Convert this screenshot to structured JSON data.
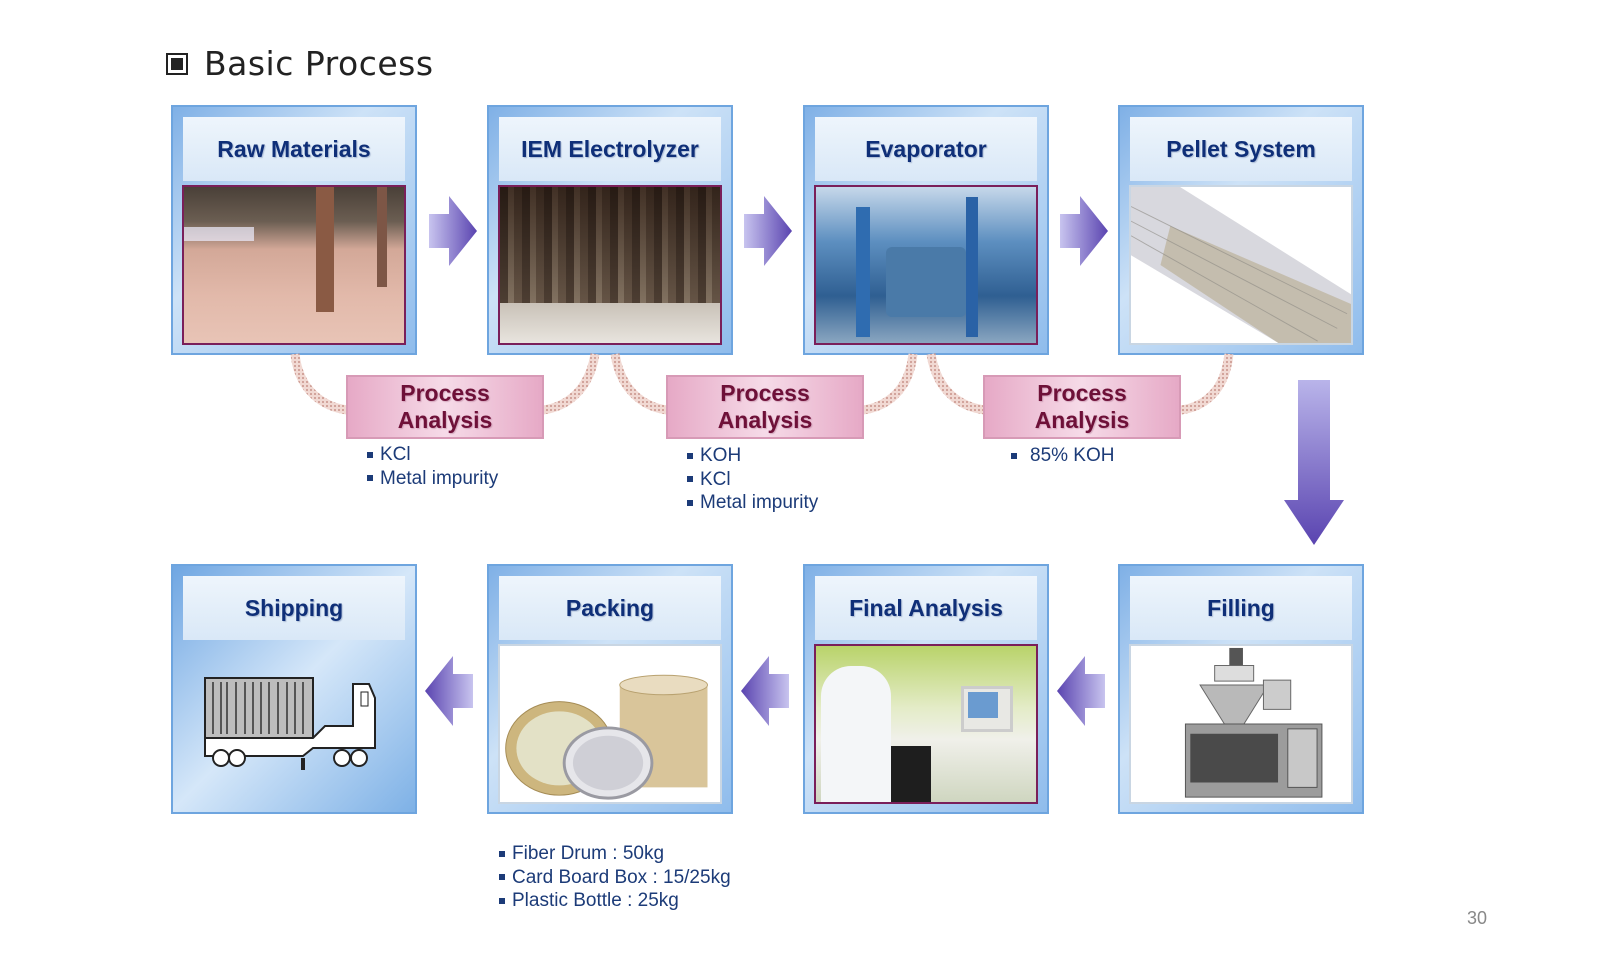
{
  "title": "Basic Process",
  "page_number": "30",
  "colors": {
    "card_border": "#6ea5df",
    "header_text": "#0f2f78",
    "analysis_bg": "#e6a9c6",
    "analysis_text": "#6e1038",
    "arrow": "#7a6cc8",
    "list_text": "#1c3b78"
  },
  "steps": [
    {
      "label": "Raw Materials",
      "image": "salt-pile-warehouse-photo"
    },
    {
      "label": "IEM Electrolyzer",
      "image": "electrolyzer-plant-photo"
    },
    {
      "label": "Evaporator",
      "image": "evaporator-equipment-photo"
    },
    {
      "label": "Pellet System",
      "image": "pellet-conveyor-photo"
    },
    {
      "label": "Filling",
      "image": "filling-machine-photo"
    },
    {
      "label": "Final Analysis",
      "image": "lab-technician-photo"
    },
    {
      "label": "Packing",
      "image": "fiber-drums-photo"
    },
    {
      "label": "Shipping",
      "image": "container-truck-icon"
    }
  ],
  "process_analysis": [
    {
      "title_line1": "Process",
      "title_line2": "Analysis",
      "items": [
        "KCl",
        "Metal impurity"
      ]
    },
    {
      "title_line1": "Process",
      "title_line2": "Analysis",
      "items": [
        "KOH",
        "KCl",
        "Metal impurity"
      ]
    },
    {
      "title_line1": "Process",
      "title_line2": "Analysis",
      "items": [
        "85% KOH"
      ]
    }
  ],
  "packing_items": [
    "Fiber Drum : 50kg",
    "Card Board Box : 15/25kg",
    "Plastic Bottle : 25kg"
  ]
}
